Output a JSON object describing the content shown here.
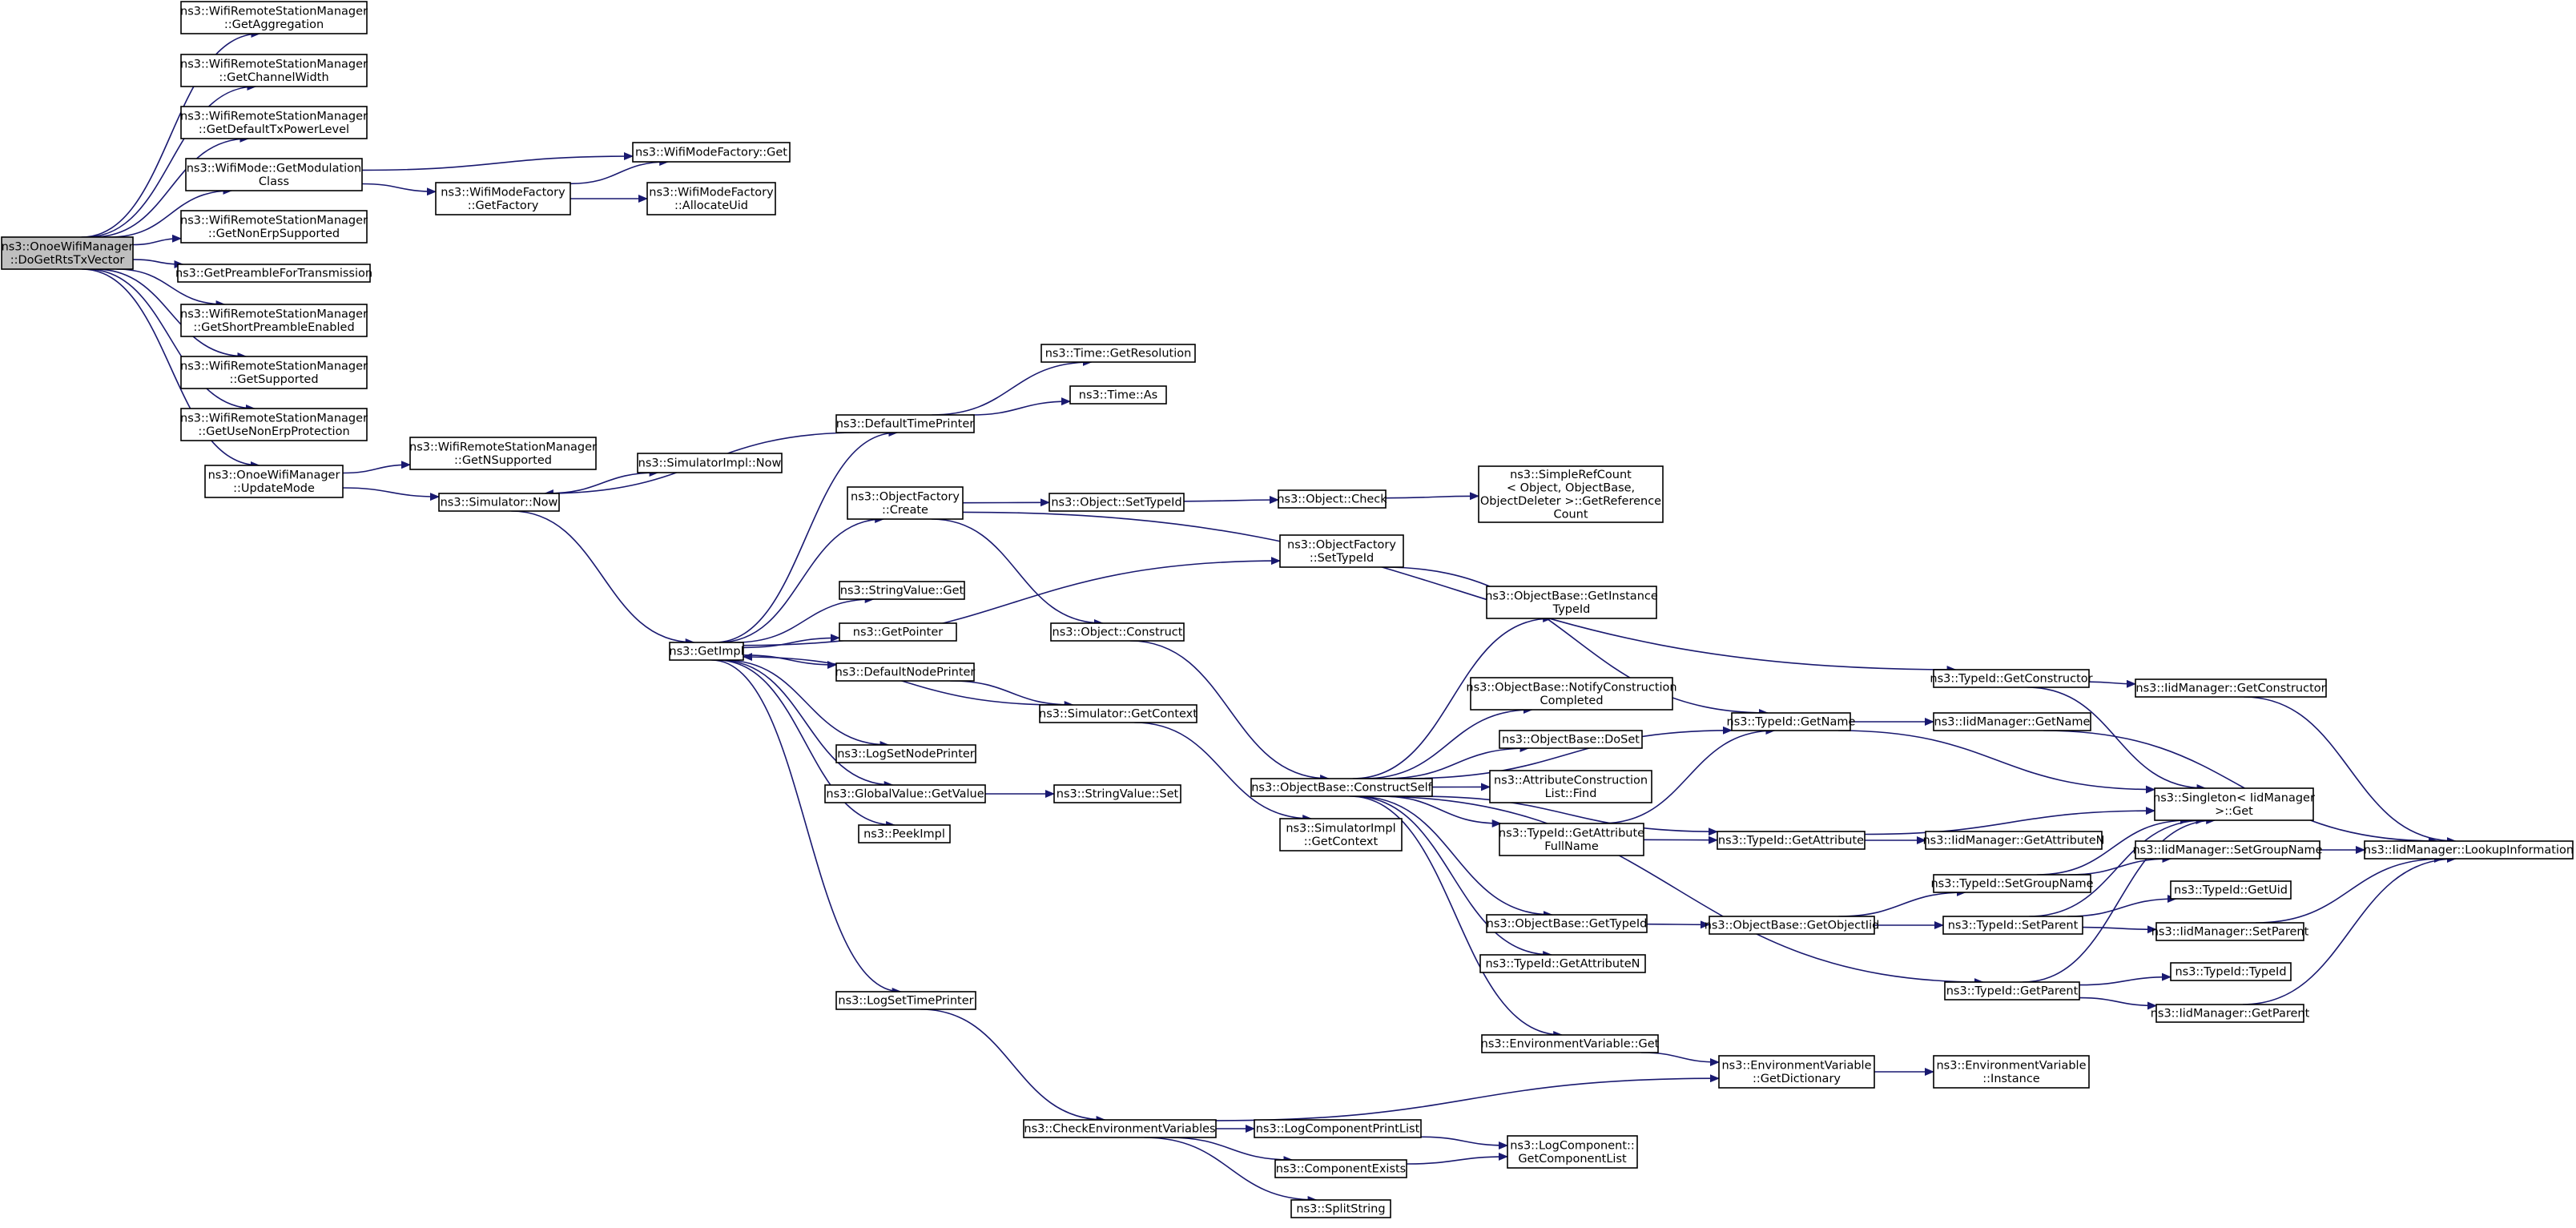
{
  "colors": {
    "node_fill": "#ffffff",
    "root_fill": "#bfbfbf",
    "node_border": "#000000",
    "edge": "#191970"
  },
  "nodes": [
    {
      "id": "root",
      "lines": [
        "ns3::OnoeWifiManager",
        "::DoGetRtsTxVector"
      ],
      "root": true
    },
    {
      "id": "getagg",
      "lines": [
        "ns3::WifiRemoteStationManager",
        "::GetAggregation"
      ]
    },
    {
      "id": "getcw",
      "lines": [
        "ns3::WifiRemoteStationManager",
        "::GetChannelWidth"
      ]
    },
    {
      "id": "getdtx",
      "lines": [
        "ns3::WifiRemoteStationManager",
        "::GetDefaultTxPowerLevel"
      ]
    },
    {
      "id": "getmod",
      "lines": [
        "ns3::WifiMode::GetModulation",
        "Class"
      ]
    },
    {
      "id": "getnonerp",
      "lines": [
        "ns3::WifiRemoteStationManager",
        "::GetNonErpSupported"
      ]
    },
    {
      "id": "getpre",
      "lines": [
        "ns3::GetPreambleForTransmission"
      ]
    },
    {
      "id": "getshort",
      "lines": [
        "ns3::WifiRemoteStationManager",
        "::GetShortPreambleEnabled"
      ]
    },
    {
      "id": "getsup",
      "lines": [
        "ns3::WifiRemoteStationManager",
        "::GetSupported"
      ]
    },
    {
      "id": "getuse",
      "lines": [
        "ns3::WifiRemoteStationManager",
        "::GetUseNonErpProtection"
      ]
    },
    {
      "id": "update",
      "lines": [
        "ns3::OnoeWifiManager",
        "::UpdateMode"
      ]
    },
    {
      "id": "wmfget",
      "lines": [
        "ns3::WifiModeFactory::Get"
      ]
    },
    {
      "id": "wmfgetf",
      "lines": [
        "ns3::WifiModeFactory",
        "::GetFactory"
      ]
    },
    {
      "id": "wmfalloc",
      "lines": [
        "ns3::WifiModeFactory",
        "::AllocateUid"
      ]
    },
    {
      "id": "getnss",
      "lines": [
        "ns3::WifiRemoteStationManager",
        "::GetNSupported"
      ]
    },
    {
      "id": "simnow",
      "lines": [
        "ns3::Simulator::Now"
      ]
    },
    {
      "id": "simimplnow",
      "lines": [
        "ns3::SimulatorImpl::Now"
      ]
    },
    {
      "id": "getimpl",
      "lines": [
        "ns3::GetImpl"
      ]
    },
    {
      "id": "dtp",
      "lines": [
        "ns3::DefaultTimePrinter"
      ]
    },
    {
      "id": "ofcreate",
      "lines": [
        "ns3::ObjectFactory",
        "::Create"
      ]
    },
    {
      "id": "strget",
      "lines": [
        "ns3::StringValue::Get"
      ]
    },
    {
      "id": "getptr",
      "lines": [
        "ns3::GetPointer"
      ]
    },
    {
      "id": "dnp",
      "lines": [
        "ns3::DefaultNodePrinter"
      ]
    },
    {
      "id": "logsetnp",
      "lines": [
        "ns3::LogSetNodePrinter"
      ]
    },
    {
      "id": "gvget",
      "lines": [
        "ns3::GlobalValue::GetValue"
      ]
    },
    {
      "id": "peek",
      "lines": [
        "ns3::PeekImpl"
      ]
    },
    {
      "id": "logsettp",
      "lines": [
        "ns3::LogSetTimePrinter"
      ]
    },
    {
      "id": "timeres",
      "lines": [
        "ns3::Time::GetResolution"
      ]
    },
    {
      "id": "timeas",
      "lines": [
        "ns3::Time::As"
      ]
    },
    {
      "id": "objsettid",
      "lines": [
        "ns3::Object::SetTypeId"
      ]
    },
    {
      "id": "objcheck",
      "lines": [
        "ns3::Object::Check"
      ]
    },
    {
      "id": "srcget",
      "lines": [
        "ns3::SimpleRefCount",
        "< Object, ObjectBase,",
        "ObjectDeleter >::GetReference",
        "Count"
      ]
    },
    {
      "id": "ofsettid",
      "lines": [
        "ns3::ObjectFactory",
        "::SetTypeId"
      ]
    },
    {
      "id": "objcons",
      "lines": [
        "ns3::Object::Construct"
      ]
    },
    {
      "id": "simctx",
      "lines": [
        "ns3::Simulator::GetContext"
      ]
    },
    {
      "id": "simimplctx",
      "lines": [
        "ns3::SimulatorImpl",
        "::GetContext"
      ]
    },
    {
      "id": "strset",
      "lines": [
        "ns3::StringValue::Set"
      ]
    },
    {
      "id": "cev",
      "lines": [
        "ns3::CheckEnvironmentVariables"
      ]
    },
    {
      "id": "obcs",
      "lines": [
        "ns3::ObjectBase::ConstructSelf"
      ]
    },
    {
      "id": "obgit",
      "lines": [
        "ns3::ObjectBase::GetInstance",
        "TypeId"
      ]
    },
    {
      "id": "obncc",
      "lines": [
        "ns3::ObjectBase::NotifyConstruction",
        "Completed"
      ]
    },
    {
      "id": "obdoset",
      "lines": [
        "ns3::ObjectBase::DoSet"
      ]
    },
    {
      "id": "aclfind",
      "lines": [
        "ns3::AttributeConstruction",
        "List::Find"
      ]
    },
    {
      "id": "tidgafn",
      "lines": [
        "ns3::TypeId::GetAttribute",
        "FullName"
      ]
    },
    {
      "id": "obgettid",
      "lines": [
        "ns3::ObjectBase::GetTypeId"
      ]
    },
    {
      "id": "tidgetattrn",
      "lines": [
        "ns3::TypeId::GetAttributeN"
      ]
    },
    {
      "id": "envget",
      "lines": [
        "ns3::EnvironmentVariable::Get"
      ]
    },
    {
      "id": "tidgetname",
      "lines": [
        "ns3::TypeId::GetName"
      ]
    },
    {
      "id": "tidgetattr",
      "lines": [
        "ns3::TypeId::GetAttribute"
      ]
    },
    {
      "id": "obgetoiid",
      "lines": [
        "ns3::ObjectBase::GetObjectIid"
      ]
    },
    {
      "id": "envdict",
      "lines": [
        "ns3::EnvironmentVariable",
        "::GetDictionary"
      ]
    },
    {
      "id": "lcpl",
      "lines": [
        "ns3::LogComponentPrintList"
      ]
    },
    {
      "id": "compexists",
      "lines": [
        "ns3::ComponentExists"
      ]
    },
    {
      "id": "splitstr",
      "lines": [
        "ns3::SplitString"
      ]
    },
    {
      "id": "lcgcl",
      "lines": [
        "ns3::LogComponent::",
        "GetComponentList"
      ]
    },
    {
      "id": "tidgetcons",
      "lines": [
        "ns3::TypeId::GetConstructor"
      ]
    },
    {
      "id": "tidsetgn",
      "lines": [
        "ns3::TypeId::SetGroupName"
      ]
    },
    {
      "id": "tidsetpar",
      "lines": [
        "ns3::TypeId::SetParent"
      ]
    },
    {
      "id": "tidgetpar",
      "lines": [
        "ns3::TypeId::GetParent"
      ]
    },
    {
      "id": "iidgetname",
      "lines": [
        "ns3::IidManager::GetName"
      ]
    },
    {
      "id": "iidgetattrn",
      "lines": [
        "ns3::IidManager::GetAttributeN"
      ]
    },
    {
      "id": "envinst",
      "lines": [
        "ns3::EnvironmentVariable",
        "::Instance"
      ]
    },
    {
      "id": "iidgetcons",
      "lines": [
        "ns3::IidManager::GetConstructor"
      ]
    },
    {
      "id": "singget",
      "lines": [
        "ns3::Singleton< IidManager",
        ">::Get"
      ]
    },
    {
      "id": "iidsetgn",
      "lines": [
        "ns3::IidManager::SetGroupName"
      ]
    },
    {
      "id": "tidgetuid",
      "lines": [
        "ns3::TypeId::GetUid"
      ]
    },
    {
      "id": "iidsetpar",
      "lines": [
        "ns3::IidManager::SetParent"
      ]
    },
    {
      "id": "tidtid",
      "lines": [
        "ns3::TypeId::TypeId"
      ]
    },
    {
      "id": "iidgetpar",
      "lines": [
        "ns3::IidManager::GetParent"
      ]
    },
    {
      "id": "iidlookup",
      "lines": [
        "ns3::IidManager::LookupInformation"
      ]
    }
  ],
  "edges": [
    [
      "root",
      "getagg"
    ],
    [
      "root",
      "getcw"
    ],
    [
      "root",
      "getdtx"
    ],
    [
      "root",
      "getmod"
    ],
    [
      "root",
      "getnonerp"
    ],
    [
      "root",
      "getpre"
    ],
    [
      "root",
      "getshort"
    ],
    [
      "root",
      "getsup"
    ],
    [
      "root",
      "getuse"
    ],
    [
      "root",
      "update"
    ],
    [
      "getmod",
      "wmfget"
    ],
    [
      "getmod",
      "wmfgetf"
    ],
    [
      "wmfgetf",
      "wmfget"
    ],
    [
      "wmfgetf",
      "wmfalloc"
    ],
    [
      "update",
      "getnss"
    ],
    [
      "update",
      "simnow"
    ],
    [
      "simnow",
      "simimplnow"
    ],
    [
      "simnow",
      "getimpl"
    ],
    [
      "getimpl",
      "dtp"
    ],
    [
      "getimpl",
      "ofcreate"
    ],
    [
      "getimpl",
      "ofsettid"
    ],
    [
      "getimpl",
      "strget"
    ],
    [
      "getimpl",
      "getptr"
    ],
    [
      "getimpl",
      "dnp"
    ],
    [
      "getimpl",
      "logsetnp"
    ],
    [
      "getimpl",
      "gvget"
    ],
    [
      "getimpl",
      "peek"
    ],
    [
      "getimpl",
      "logsettp"
    ],
    [
      "dtp",
      "timeres"
    ],
    [
      "dtp",
      "timeas"
    ],
    [
      "dtp",
      "simnow"
    ],
    [
      "ofcreate",
      "objsettid"
    ],
    [
      "ofcreate",
      "objcons"
    ],
    [
      "ofcreate",
      "tidgetcons"
    ],
    [
      "objsettid",
      "objcheck"
    ],
    [
      "objcheck",
      "srcget"
    ],
    [
      "ofsettid",
      "tidgetname"
    ],
    [
      "objcons",
      "obcs"
    ],
    [
      "dnp",
      "simctx"
    ],
    [
      "simctx",
      "getimpl"
    ],
    [
      "simctx",
      "simimplctx"
    ],
    [
      "gvget",
      "strset"
    ],
    [
      "logsettp",
      "cev"
    ],
    [
      "obcs",
      "obgit"
    ],
    [
      "obcs",
      "obncc"
    ],
    [
      "obcs",
      "obdoset"
    ],
    [
      "obcs",
      "aclfind"
    ],
    [
      "obcs",
      "tidgafn"
    ],
    [
      "obcs",
      "obgettid"
    ],
    [
      "obcs",
      "tidgetattrn"
    ],
    [
      "obcs",
      "envget"
    ],
    [
      "obcs",
      "tidgetname"
    ],
    [
      "obcs",
      "tidgetattr"
    ],
    [
      "obcs",
      "tidgetpar"
    ],
    [
      "tidgafn",
      "tidgetname"
    ],
    [
      "tidgafn",
      "tidgetattr"
    ],
    [
      "obgettid",
      "obgetoiid"
    ],
    [
      "obgetoiid",
      "tidsetgn"
    ],
    [
      "obgetoiid",
      "tidsetpar"
    ],
    [
      "envget",
      "envdict"
    ],
    [
      "cev",
      "envdict"
    ],
    [
      "cev",
      "lcpl"
    ],
    [
      "cev",
      "compexists"
    ],
    [
      "cev",
      "splitstr"
    ],
    [
      "lcpl",
      "lcgcl"
    ],
    [
      "compexists",
      "lcgcl"
    ],
    [
      "envdict",
      "envinst"
    ],
    [
      "tidgetname",
      "iidgetname"
    ],
    [
      "tidgetname",
      "singget"
    ],
    [
      "tidgetattr",
      "iidgetattrn"
    ],
    [
      "tidgetattr",
      "singget"
    ],
    [
      "tidgetcons",
      "iidgetcons"
    ],
    [
      "tidgetcons",
      "singget"
    ],
    [
      "tidsetgn",
      "iidsetgn"
    ],
    [
      "tidsetgn",
      "singget"
    ],
    [
      "tidsetpar",
      "tidgetuid"
    ],
    [
      "tidsetpar",
      "iidsetpar"
    ],
    [
      "tidsetpar",
      "singget"
    ],
    [
      "tidgetpar",
      "tidtid"
    ],
    [
      "tidgetpar",
      "iidgetpar"
    ],
    [
      "tidgetpar",
      "singget"
    ],
    [
      "iidgetname",
      "iidlookup"
    ],
    [
      "iidgetcons",
      "iidlookup"
    ],
    [
      "iidsetgn",
      "iidlookup"
    ],
    [
      "iidsetpar",
      "iidlookup"
    ],
    [
      "iidgetpar",
      "iidlookup"
    ]
  ]
}
